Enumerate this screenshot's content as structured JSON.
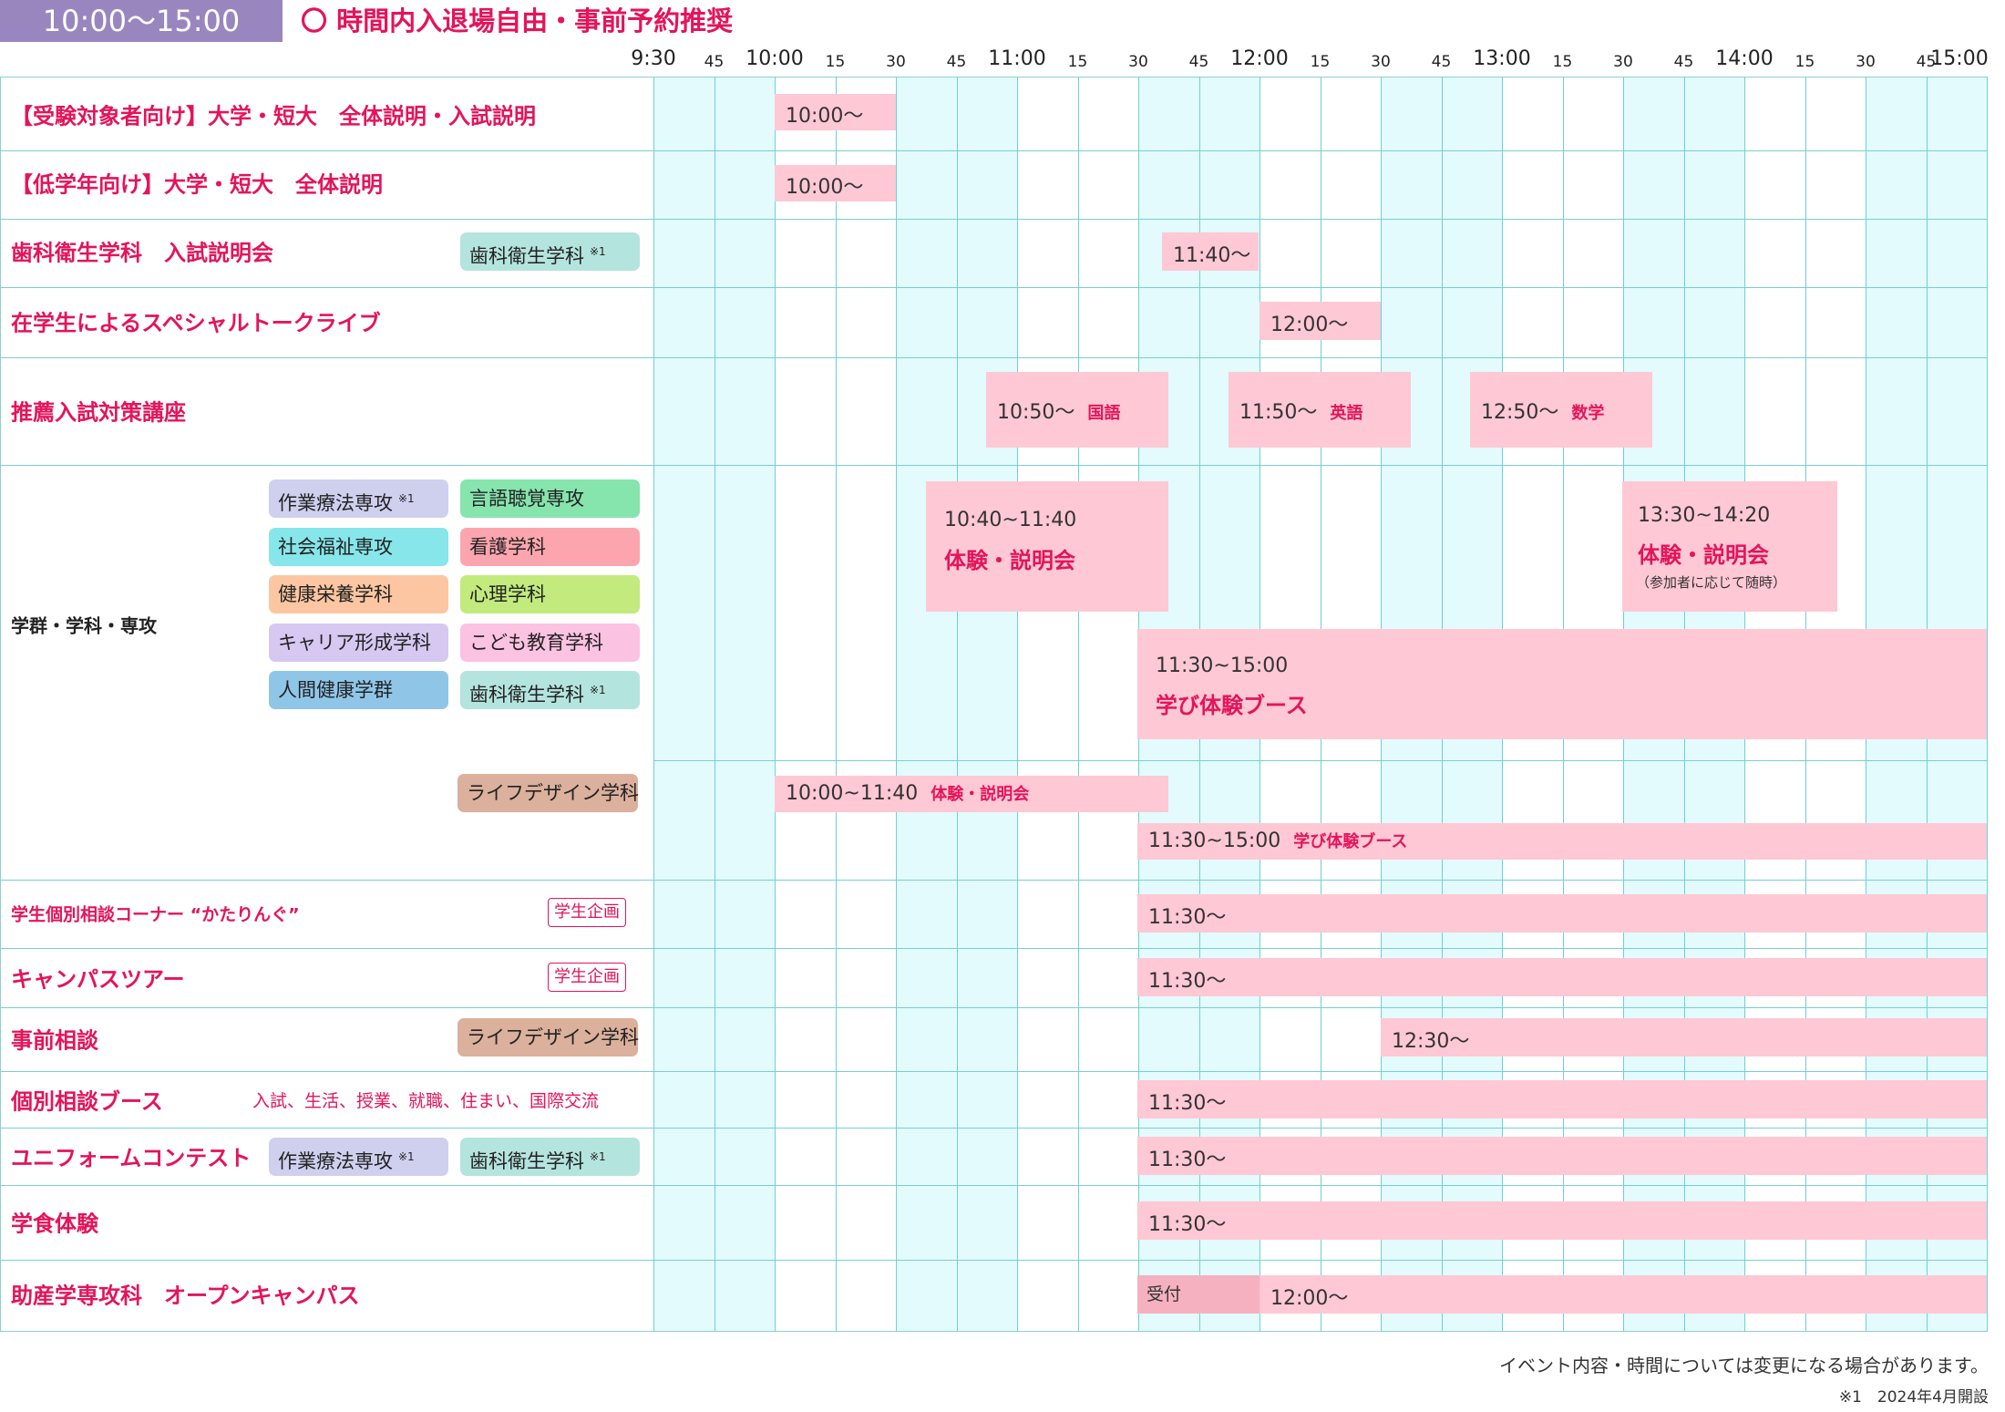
{
  "header": {
    "time_range": "10:00〜15:00",
    "note": "〇 時間内入退場自由・事前予約推奨"
  },
  "timeline": {
    "ticks": [
      {
        "label": "9:30",
        "major": true
      },
      {
        "label": "45",
        "major": false
      },
      {
        "label": "10:00",
        "major": true
      },
      {
        "label": "15",
        "major": false
      },
      {
        "label": "30",
        "major": false
      },
      {
        "label": "45",
        "major": false
      },
      {
        "label": "11:00",
        "major": true
      },
      {
        "label": "15",
        "major": false
      },
      {
        "label": "30",
        "major": false
      },
      {
        "label": "45",
        "major": false
      },
      {
        "label": "12:00",
        "major": true
      },
      {
        "label": "15",
        "major": false
      },
      {
        "label": "30",
        "major": false
      },
      {
        "label": "45",
        "major": false
      },
      {
        "label": "13:00",
        "major": true
      },
      {
        "label": "15",
        "major": false
      },
      {
        "label": "30",
        "major": false
      },
      {
        "label": "45",
        "major": false
      },
      {
        "label": "14:00",
        "major": true
      },
      {
        "label": "15",
        "major": false
      },
      {
        "label": "30",
        "major": false
      },
      {
        "label": "45",
        "major": false
      },
      {
        "label": "15:00",
        "major": true
      }
    ]
  },
  "rows": {
    "r1": {
      "label": "【受験対象者向け】大学・短大　全体説明・入試説明"
    },
    "r2": {
      "label": "【低学年向け】大学・短大　全体説明"
    },
    "r3": {
      "label": "歯科衛生学科　入試説明会",
      "tag": "歯科衛生学科",
      "tag_mark": "※1"
    },
    "r4": {
      "label": "在学生によるスペシャルトークライブ"
    },
    "r5": {
      "label": "推薦入試対策講座"
    },
    "r6": {
      "label": "学群・学科・専攻",
      "tags": [
        {
          "text": "作業療法専攻",
          "mark": "※1",
          "color": "#cfd0ee"
        },
        {
          "text": "言語聴覚専攻",
          "mark": "",
          "color": "#86e4ad"
        },
        {
          "text": "社会福祉専攻",
          "mark": "",
          "color": "#86e6ea"
        },
        {
          "text": "看護学科",
          "mark": "",
          "color": "#fca5ae"
        },
        {
          "text": "健康栄養学科",
          "mark": "",
          "color": "#fbc6a1"
        },
        {
          "text": "心理学科",
          "mark": "",
          "color": "#c2ea7d"
        },
        {
          "text": "キャリア形成学科",
          "mark": "",
          "color": "#d6c8f0"
        },
        {
          "text": "こども教育学科",
          "mark": "",
          "color": "#fcc2e2"
        },
        {
          "text": "人間健康学群",
          "mark": "",
          "color": "#8fc6e8"
        },
        {
          "text": "歯科衛生学科",
          "mark": "※1",
          "color": "#b4e4de"
        }
      ],
      "life_tag": "ライフデザイン学科"
    },
    "r7": {
      "label": "学生個別相談コーナー “かたりんぐ”",
      "tag": "学生企画"
    },
    "r8": {
      "label": "キャンパスツアー",
      "tag": "学生企画"
    },
    "r9": {
      "label": "事前相談",
      "tag": "ライフデザイン学科"
    },
    "r10": {
      "label": "個別相談ブース",
      "subjects": "入試、生活、授業、就職、住まい、国際交流"
    },
    "r11": {
      "label": "ユニフォームコンテスト",
      "tag1": "作業療法専攻",
      "tag1_mark": "※1",
      "tag2": "歯科衛生学科",
      "tag2_mark": "※1"
    },
    "r12": {
      "label": "学食体験"
    },
    "r13": {
      "label": "助産学専攻科　オープンキャンパス",
      "reception": "受付"
    }
  },
  "events": {
    "e1": "10:00～",
    "e2": "10:00～",
    "e3": "11:40～",
    "e4": "12:00～",
    "e5a_time": "10:50～",
    "e5a_sub": "国語",
    "e5b_time": "11:50～",
    "e5b_sub": "英語",
    "e5c_time": "12:50～",
    "e5c_sub": "数学",
    "e6a_time": "10:40~11:40",
    "e6a_title": "体験・説明会",
    "e6b_time": "13:30~14:20",
    "e6b_title": "体験・説明会",
    "e6b_note": "（参加者に応じて随時）",
    "e6c_time": "11:30~15:00",
    "e6c_title": "学び体験ブース",
    "e6d_time": "10:00~11:40",
    "e6d_sub": "体験・説明会",
    "e6e_time": "11:30~15:00",
    "e6e_sub": "学び体験ブース",
    "e7": "11:30～",
    "e8": "11:30～",
    "e9": "12:30～",
    "e10": "11:30～",
    "e11": "11:30～",
    "e12": "11:30～",
    "e13": "12:00～"
  },
  "footer": {
    "note": "イベント内容・時間については変更になる場合があります。",
    "footnote": "※1　2024年4月開設"
  },
  "colors": {
    "accent": "#e4145a",
    "event": "#fec8d5",
    "grid": "#6fd0d4",
    "shade": "#e3fbfc",
    "badge": "#9a86bf",
    "reception": "#f5b1bf"
  }
}
